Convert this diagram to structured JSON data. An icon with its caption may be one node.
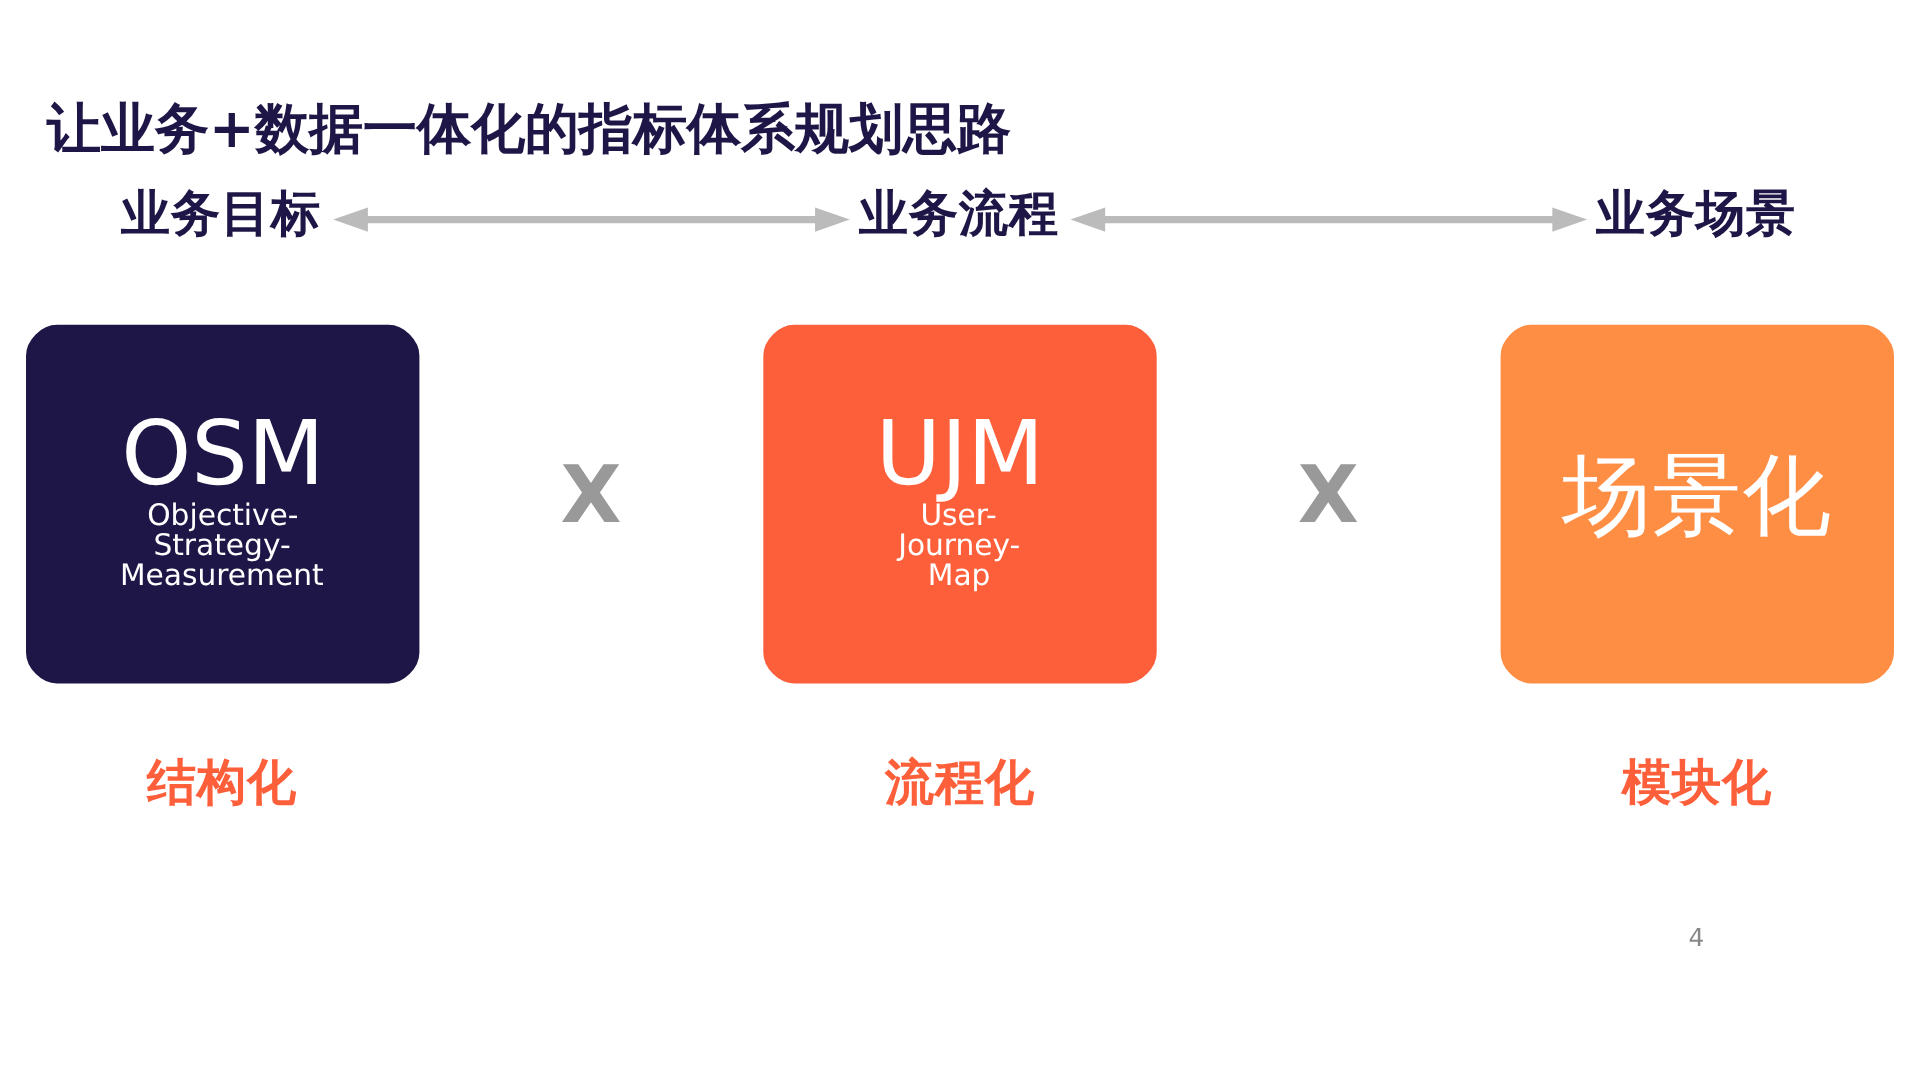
{
  "diagram": {
    "title": "让业务+数据一体化的指标体系规划思路",
    "nodes": [
      {
        "text": [
          "业务目标"
        ]
      },
      {
        "text": [
          "业务流程"
        ]
      },
      {
        "text": [
          "业务场景"
        ]
      },
      {
        "text": [
          "OSM",
          "Objective- Strategy- Measurement"
        ],
        "beside": [
          "结构化"
        ]
      },
      {
        "text": [
          "UJM",
          "User- Journey- Map"
        ],
        "beside": [
          "流程化"
        ]
      },
      {
        "text": [
          "场景化"
        ],
        "beside": [
          "模块化"
        ]
      }
    ],
    "edges": [
      {
        "from": 0,
        "to": 1,
        "arrow": "both"
      },
      {
        "from": 1,
        "to": 2,
        "arrow": "both"
      }
    ],
    "labels": [
      "X",
      "X",
      "4"
    ]
  }
}
